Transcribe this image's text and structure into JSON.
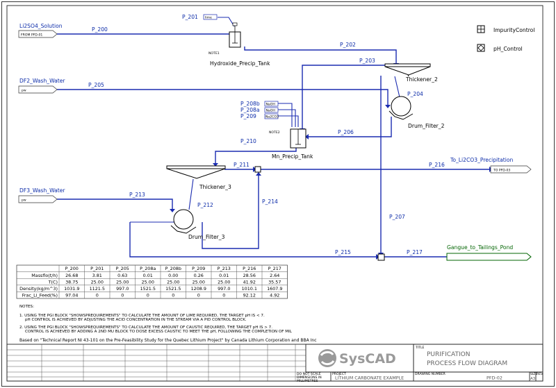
{
  "diagram": {
    "inputs": {
      "li2so4": {
        "name": "Li2SO4_Solution",
        "tag": "FROM PFD-01"
      },
      "df2": {
        "name": "DF2_Wash_Water",
        "tag": "pw"
      },
      "df3": {
        "name": "DF3_Wash_Water",
        "tag": "pw"
      }
    },
    "outputs": {
      "li2co3": {
        "name": "To_Li2CO3_Precipitation",
        "tag": "TO PFD-03"
      },
      "tailings": {
        "name": "Gangue_to_Tailings_Pond"
      }
    },
    "units": {
      "hydroxide_tank": "Hydroxide_Precip_Tank",
      "thickener2": "Thickener_2",
      "drum_filter2": "Drum_Filter_2",
      "mn_tank": "Mn_Precip_Tank",
      "thickener3": "Thickener_3",
      "drum_filter3": "Drum_Filter_3"
    },
    "notes_tags": {
      "note1": "NOTE1",
      "note2": "NOTE2"
    },
    "reagent_feeds": {
      "p201": {
        "stream": "P_201",
        "tag": "lime"
      },
      "p208b": {
        "stream": "P_208b",
        "tag": "NaOH"
      },
      "p208a": {
        "stream": "P_208a",
        "tag": "NaOH"
      },
      "p209": {
        "stream": "P_209",
        "tag": "Na2CO3"
      }
    },
    "streams": {
      "p200": "P_200",
      "p202": "P_202",
      "p203": "P_203",
      "p204": "P_204",
      "p205": "P_205",
      "p206": "P_206",
      "p207": "P_207",
      "p210": "P_210",
      "p211": "P_211",
      "p212": "P_212",
      "p213": "P_213",
      "p214": "P_214",
      "p215": "P_215",
      "p216": "P_216",
      "p217": "P_217"
    },
    "legend": [
      {
        "icon": "impurity-control-icon",
        "label": "ImpurityControl"
      },
      {
        "icon": "ph-control-icon",
        "label": "pH_Control"
      }
    ]
  },
  "stream_table": {
    "headers": [
      "",
      "P_200",
      "P_201",
      "P_205",
      "P_208a",
      "P_208b",
      "P_209",
      "P_213",
      "P_216",
      "P_217"
    ],
    "rows": [
      [
        "Massflo(t/h)",
        "26.68",
        "3.81",
        "0.63",
        "0.01",
        "0.00",
        "0.26",
        "0.01",
        "28.56",
        "2.64"
      ],
      [
        "T(C)",
        "38.75",
        "25.00",
        "25.00",
        "25.00",
        "25.00",
        "25.00",
        "25.00",
        "41.92",
        "35.57"
      ],
      [
        "Density(kg/m^3)",
        "1031.9",
        "1121.5",
        "997.0",
        "1521.5",
        "1521.5",
        "1208.9",
        "997.0",
        "1010.1",
        "1607.9"
      ],
      [
        "Frac_Li_Feed(%)",
        "97.04",
        "0",
        "0",
        "0",
        "0",
        "0",
        "0",
        "92.12",
        "4.92"
      ]
    ]
  },
  "notes": {
    "title": "NOTES:",
    "n1a": "1. USING THE PGI BLOCK \"SHOWSPREQUIREMENTS\" TO CALCULATE THE AMOUNT OF LIME REQUIRED, THE TARGET pH IS < 7.",
    "n1b": "pH CONTROL IS ACHIEVED BY ADJUSTING THE ACID CONCENTRATION IN THE STREAM VIA A PID CONTROL BLOCK.",
    "n2a": "2. USING THE PGI BLOCK \"SHOWSPREQUIREMENTS\" TO CALCULATE THE AMOUNT OF CAUSTIC REQUIRED, THE TARGET pH IS > 7.",
    "n2b": "CONTROL IS ACHIEVED BY ADDING A 2ND MU BLOCK TO DOSE EXCESS CAUSTIC TO MEET THE pH, FOLLOWING THE COMPLETION OF MIL",
    "source": "Based on \"Technical Report NI 43-101 on the Pre-Feasibility Study for the Quebec Lithium Project\" by Canada Lithium Corporation and BBA Inc"
  },
  "title_block": {
    "logo": "SysCAD",
    "title_line1": "PURIFICATION",
    "title_line2": "PROCESS FLOW DIAGRAM",
    "project_label": "PROJECT",
    "project": "LITHIUM CARBONATE EXAMPLE",
    "do_not_scale": "DO NOT SCALE",
    "dims1": "DIMENSIONS IN",
    "dims2": "MILLIMETRES",
    "drawing_no_label": "DRAWING NUMBER",
    "drawing_no": "PFD-02",
    "size_label": "SIZE",
    "size": "A3",
    "rev_label": "REV",
    "drawing_title_label": "TITLE"
  },
  "colors": {
    "stream": "#1a2bb0",
    "product": "#006400",
    "frame": "#222222"
  }
}
